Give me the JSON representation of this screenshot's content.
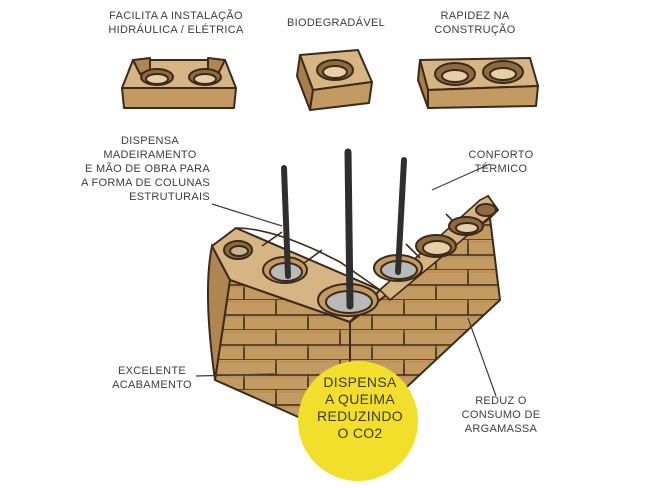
{
  "colors": {
    "brick": "#c29a62",
    "brick_light": "#d7b483",
    "brick_dark": "#9e7646",
    "outline": "#3b2a1a",
    "hole": "#b9b9b9",
    "rod": "#2f2f2f",
    "badge": "#f2df2b",
    "text": "#3c3c3c"
  },
  "labels": {
    "instalacao": [
      "FACILITA A INSTALAÇÃO",
      "HIDRÁULICA / ELÉTRICA"
    ],
    "biodegradavel": [
      "BIODEGRADÁVEL"
    ],
    "rapidez": [
      "RAPIDEZ NA",
      "CONSTRUÇÃO"
    ],
    "dispensa_madeiramento": [
      "DISPENSA",
      "MADEIRAMENTO",
      "E MÃO DE OBRA PARA",
      "A FORMA DE COLUNAS",
      "ESTRUTURAIS"
    ],
    "conforto": [
      "CONFORTO",
      "TÉRMICO"
    ],
    "acabamento": [
      "EXCELENTE",
      "ACABAMENTO"
    ],
    "argamassa": [
      "REDUZ O",
      "CONSUMO DE",
      "ARGAMASSA"
    ]
  },
  "badge": {
    "lines": [
      "DISPENSA",
      "A QUEIMA",
      "REDUZINDO",
      "O CO2"
    ]
  }
}
